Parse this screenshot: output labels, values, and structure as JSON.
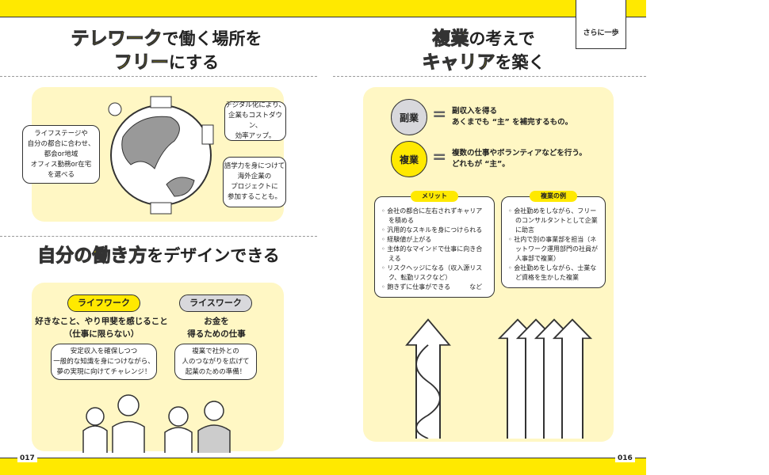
{
  "left": {
    "title1_hl": "テレワーク",
    "title1_rest": "で働く場所を",
    "title2_hl": "フリー",
    "title2_rest": "にする",
    "bubbles": [
      "ライフステージや\n自分の都合に合わせ、\n都会or地域\nオフィス勤務or在宅\nを選べる",
      "デジタル化により、\n企業もコストダウン、\n効率アップ。",
      "語学力を身につけて\n海外企業の\nプロジェクトに\n参加することも。"
    ],
    "section2_hl": "自分の働き方",
    "section2_rest": "をデザインできる",
    "lifework": {
      "label": "ライフワーク",
      "desc": "好きなこと、やり甲斐を感じること\n（仕事に限らない）",
      "note": "安定収入を確保しつつ\n一般的な知識を身につけながら、\n夢の実現に向けてチャレンジ！"
    },
    "ricework": {
      "label": "ライスワーク",
      "desc": "お金を\n得るための仕事",
      "note": "複業で社外との\n人のつながりを広げて\n起業のための準備！"
    },
    "page_number": "017"
  },
  "right": {
    "ribbon": "さらに一歩",
    "title1_hl": "複業",
    "title1_rest": "の考えで",
    "title2_hl": "キャリア",
    "title2_rest": "を築く",
    "fukugyo_side": {
      "label": "副業",
      "text": "副収入を得る\nあくまでも “主” を補完するもの。"
    },
    "fukugyo_multi": {
      "label": "複業",
      "text": "複数の仕事やボランティアなどを行う。\nどれもが “主”。"
    },
    "merit": {
      "title": "メリット",
      "items": [
        "会社の都合に左右されずキャリアを積める",
        "汎用的なスキルを身につけられる",
        "経験値が上がる",
        "主体的なマインドで仕事に向き合える",
        "リスクヘッジになる（収入源リスク、転勤リスクなど）",
        "飽きずに仕事ができる　　　など"
      ]
    },
    "examples": {
      "title": "複業の例",
      "items": [
        "会社勤めをしながら、フリーのコンサルタントとして企業に助言",
        "社内で別の事業部を担当（ネットワーク運用部門の社員が人事部で複業）",
        "会社勤めをしながら、士業など資格を生かした複業"
      ]
    },
    "page_number": "016"
  },
  "colors": {
    "accent": "#ffe900",
    "panel": "#fff7c4",
    "gray": "#d8d8dc"
  }
}
